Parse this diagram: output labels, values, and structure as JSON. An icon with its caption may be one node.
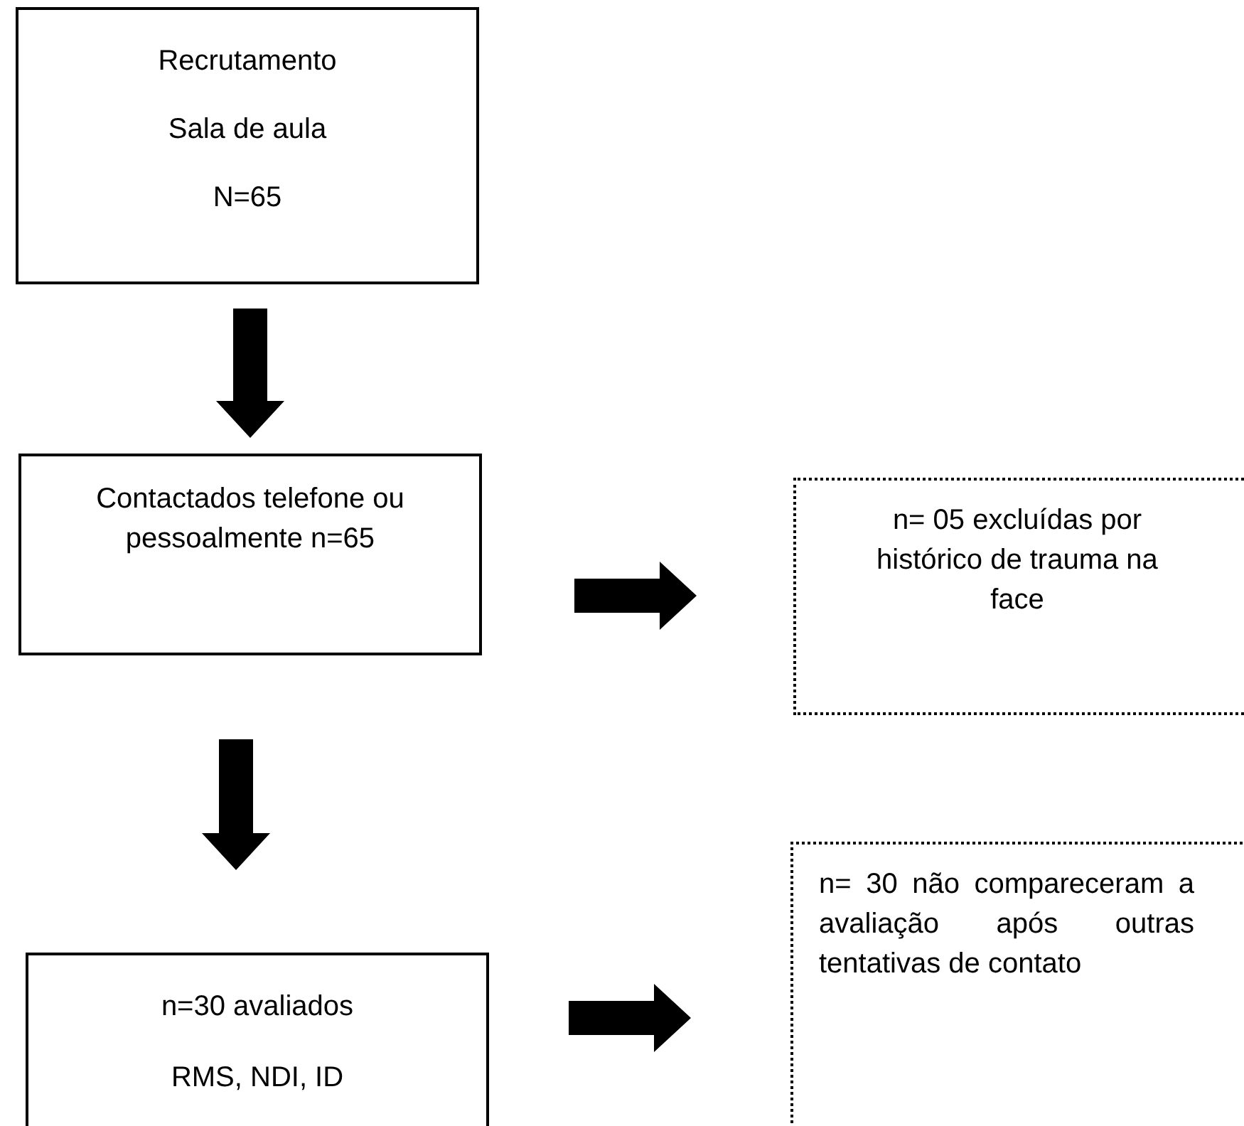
{
  "diagram": {
    "nodes": [
      {
        "text": [
          "Recrutamento",
          "Sala de aula",
          "N=65"
        ]
      },
      {
        "text": [
          "Contactados telefone ou pessoalmente n=65"
        ]
      },
      {
        "text": [
          "n=30 avaliados",
          "RMS, NDI, ID"
        ]
      },
      {
        "text": [
          "n= 05 excluídas por histórico de trauma na face"
        ]
      },
      {
        "text": [
          "n= 30 não compareceram a avaliação após outras tentativas de contato"
        ]
      }
    ],
    "edges": [
      {
        "from": 0,
        "to": 1,
        "arrow": "to",
        "style": "thick"
      },
      {
        "from": 1,
        "to": 3,
        "arrow": "to",
        "style": "thick"
      },
      {
        "from": 1,
        "to": 2,
        "arrow": "to",
        "style": "thick"
      },
      {
        "from": 2,
        "to": 4,
        "arrow": "to",
        "style": "thick"
      }
    ]
  }
}
